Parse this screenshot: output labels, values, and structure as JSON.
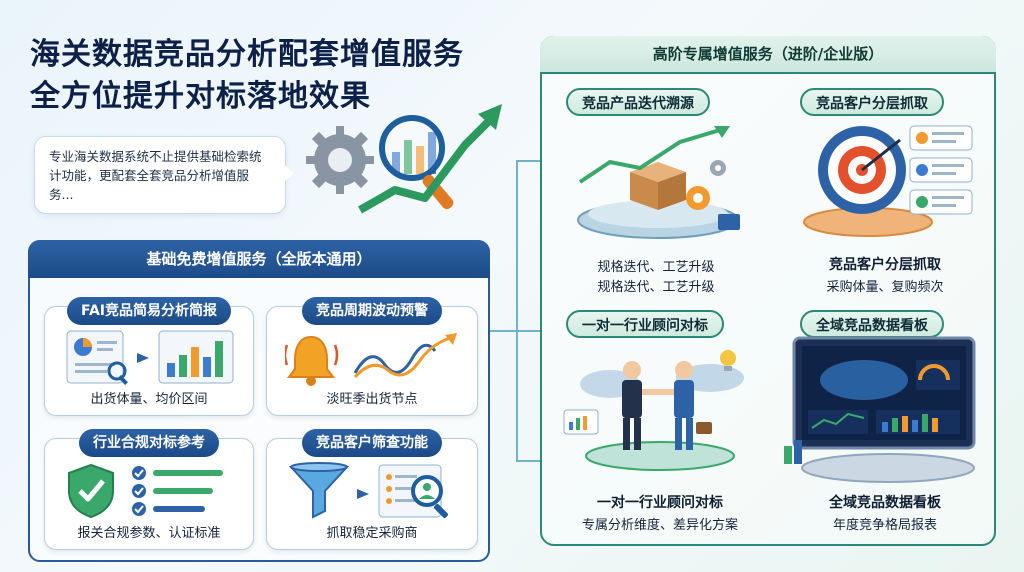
{
  "header": {
    "title_line1": "海关数据竞品分析配套增值服务",
    "title_line2": "全方位提升对标落地效果",
    "intro": "专业海关数据系统不止提供基础检索统计功能，更配套全套竞品分析增值服务..."
  },
  "basic_panel": {
    "title": "基础免费增值服务（全版本通用）",
    "cards": [
      {
        "tag": "FAI竞品简易分析简报",
        "caption": "出货体量、均价区间"
      },
      {
        "tag": "竞品周期波动预警",
        "caption": "淡旺季出货节点"
      },
      {
        "tag": "行业合规对标参考",
        "caption": "报关合规参数、认证标准"
      },
      {
        "tag": "竞品客户筛查功能",
        "caption": "抓取稳定采购商"
      }
    ]
  },
  "premium_panel": {
    "title": "高阶专属增值服务（进阶/企业版）",
    "sections": [
      {
        "tag": "竞品产品迭代溯源",
        "line1": "规格迭代、工艺升级",
        "line2": "规格迭代、工艺升级"
      },
      {
        "tag": "竞品客户分层抓取",
        "line1": "竞品客户分层抓取",
        "line2": "采购体量、复购频次"
      },
      {
        "tag": "一对一行业顾问对标",
        "line1": "一对一行业顾问对标",
        "line2": "专属分析维度、差异化方案"
      },
      {
        "tag": "全域竞品数据看板",
        "line1": "全域竞品数据看板",
        "line2": "年度竞争格局报表"
      }
    ]
  },
  "colors": {
    "navy": "#1d4b88",
    "teal": "#2a8a75",
    "orange": "#f29a2e",
    "green": "#3aa86b"
  }
}
